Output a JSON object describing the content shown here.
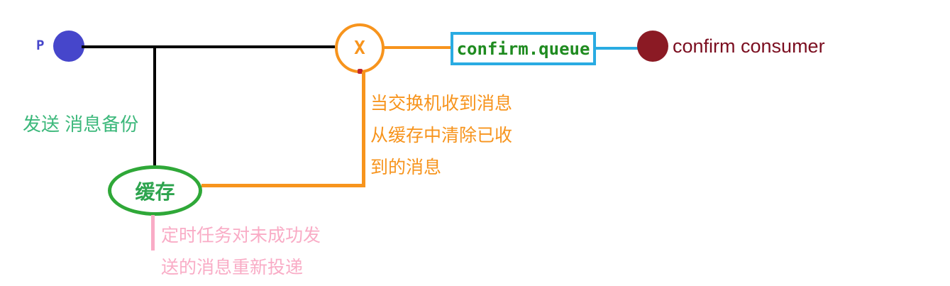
{
  "diagram": {
    "producer": {
      "label": "P"
    },
    "exchange": {
      "label": "X"
    },
    "queue": {
      "label": "confirm.queue"
    },
    "consumer": {
      "label": "confirm consumer"
    },
    "cache": {
      "label": "缓存"
    },
    "notes": {
      "send_backup": {
        "text": "发送 消息备份"
      },
      "exchange_clear": {
        "lines": [
          "当交换机收到消息",
          "从缓存中清除已收",
          "到的消息"
        ]
      },
      "retry": {
        "lines": [
          "定时任务对未成功发",
          "送的消息重新投递"
        ]
      }
    },
    "colors": {
      "black": "#000000",
      "orange": "#F7941D",
      "cyan_blue": "#29ABE2",
      "producer_blue": "#4646CB",
      "queue_text_green": "#1F8B20",
      "consumer_circle_red": "#8B1A24",
      "consumer_text_red": "#7B0E20",
      "cache_border_green": "#2FA838",
      "cache_text_green": "#2DA44E",
      "send_text_green": "#3CB87B",
      "pink": "#F9ACC6",
      "red_dot": "#C1272D",
      "white": "#FFFFFF"
    }
  }
}
